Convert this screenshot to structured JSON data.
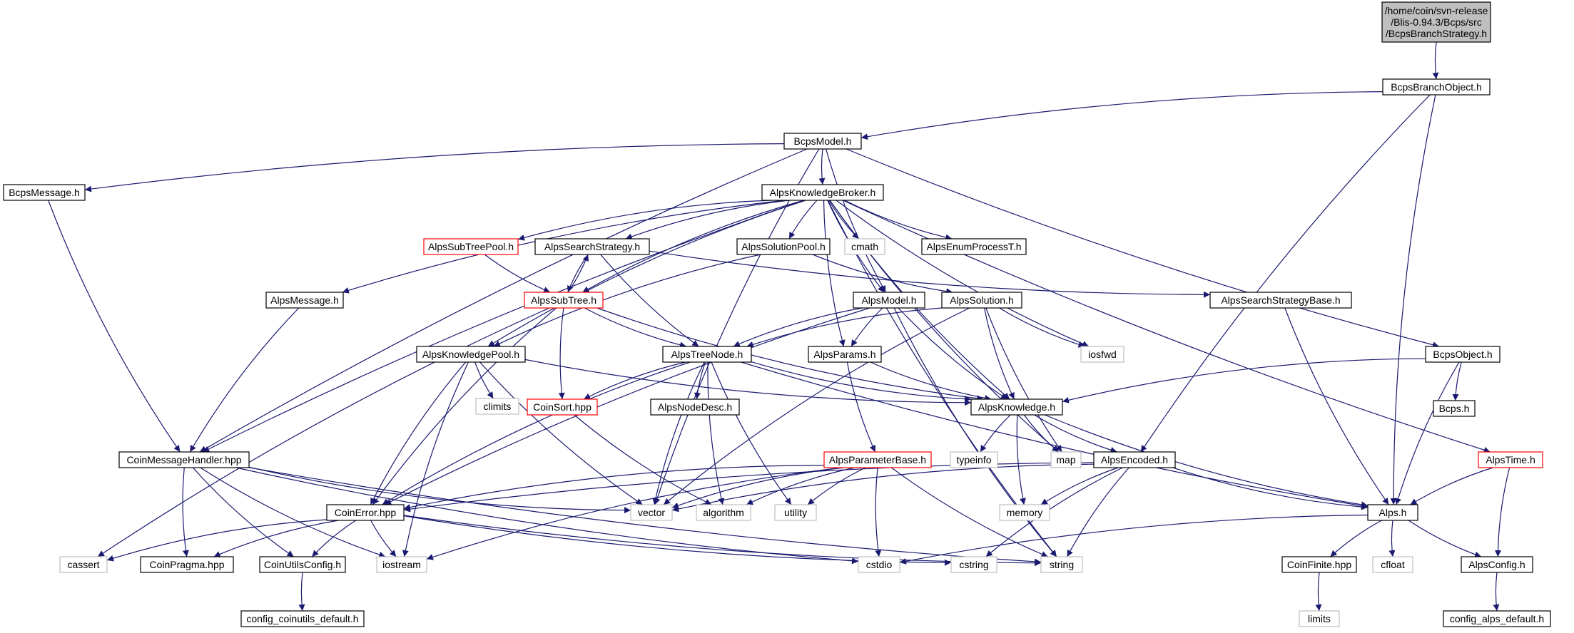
{
  "graph": {
    "colors": {
      "edge": "#191970",
      "root_fill": "#bfbfbf",
      "root_border": "#000000",
      "node_border": "#000000",
      "external_border": "#bfbfbf",
      "truncated_border": "#ff0000",
      "background": "#ffffff"
    },
    "nodes": [
      {
        "id": "root",
        "label": "/home/coin/svn-release\n/Blis-0.94.3/Bcps/src\n/BcpsBranchStrategy.h",
        "kind": "root"
      },
      {
        "id": "BcpsBranchObject",
        "label": "BcpsBranchObject.h",
        "kind": "normal"
      },
      {
        "id": "BcpsModel",
        "label": "BcpsModel.h",
        "kind": "normal"
      },
      {
        "id": "BcpsMessage",
        "label": "BcpsMessage.h",
        "kind": "normal"
      },
      {
        "id": "AlpsKnowledgeBroker",
        "label": "AlpsKnowledgeBroker.h",
        "kind": "normal"
      },
      {
        "id": "AlpsSubTreePool",
        "label": "AlpsSubTreePool.h",
        "kind": "truncated"
      },
      {
        "id": "AlpsSearchStrategy",
        "label": "AlpsSearchStrategy.h",
        "kind": "normal"
      },
      {
        "id": "AlpsSolutionPool",
        "label": "AlpsSolutionPool.h",
        "kind": "normal"
      },
      {
        "id": "cmath",
        "label": "cmath",
        "kind": "external"
      },
      {
        "id": "AlpsEnumProcessT",
        "label": "AlpsEnumProcessT.h",
        "kind": "normal"
      },
      {
        "id": "AlpsMessage",
        "label": "AlpsMessage.h",
        "kind": "normal"
      },
      {
        "id": "AlpsSubTree",
        "label": "AlpsSubTree.h",
        "kind": "truncated"
      },
      {
        "id": "AlpsModel",
        "label": "AlpsModel.h",
        "kind": "normal"
      },
      {
        "id": "AlpsSolution",
        "label": "AlpsSolution.h",
        "kind": "normal"
      },
      {
        "id": "AlpsSearchStrategyBase",
        "label": "AlpsSearchStrategyBase.h",
        "kind": "normal"
      },
      {
        "id": "AlpsKnowledgePool",
        "label": "AlpsKnowledgePool.h",
        "kind": "normal"
      },
      {
        "id": "AlpsTreeNode",
        "label": "AlpsTreeNode.h",
        "kind": "normal"
      },
      {
        "id": "AlpsParams",
        "label": "AlpsParams.h",
        "kind": "normal"
      },
      {
        "id": "iosfwd",
        "label": "iosfwd",
        "kind": "external"
      },
      {
        "id": "BcpsObject",
        "label": "BcpsObject.h",
        "kind": "normal"
      },
      {
        "id": "climits",
        "label": "climits",
        "kind": "external"
      },
      {
        "id": "CoinSort",
        "label": "CoinSort.hpp",
        "kind": "truncated"
      },
      {
        "id": "AlpsNodeDesc",
        "label": "AlpsNodeDesc.h",
        "kind": "normal"
      },
      {
        "id": "AlpsKnowledge",
        "label": "AlpsKnowledge.h",
        "kind": "normal"
      },
      {
        "id": "Bcps",
        "label": "Bcps.h",
        "kind": "normal"
      },
      {
        "id": "CoinMessageHandler",
        "label": "CoinMessageHandler.hpp",
        "kind": "normal"
      },
      {
        "id": "AlpsParameterBase",
        "label": "AlpsParameterBase.h",
        "kind": "truncated"
      },
      {
        "id": "typeinfo",
        "label": "typeinfo",
        "kind": "external"
      },
      {
        "id": "map",
        "label": "map",
        "kind": "external"
      },
      {
        "id": "AlpsEncoded",
        "label": "AlpsEncoded.h",
        "kind": "normal"
      },
      {
        "id": "AlpsTime",
        "label": "AlpsTime.h",
        "kind": "truncated"
      },
      {
        "id": "CoinError",
        "label": "CoinError.hpp",
        "kind": "normal"
      },
      {
        "id": "vector",
        "label": "vector",
        "kind": "external"
      },
      {
        "id": "algorithm",
        "label": "algorithm",
        "kind": "external"
      },
      {
        "id": "utility",
        "label": "utility",
        "kind": "external"
      },
      {
        "id": "memory",
        "label": "memory",
        "kind": "external"
      },
      {
        "id": "Alps",
        "label": "Alps.h",
        "kind": "normal"
      },
      {
        "id": "cassert",
        "label": "cassert",
        "kind": "external"
      },
      {
        "id": "CoinPragma",
        "label": "CoinPragma.hpp",
        "kind": "normal"
      },
      {
        "id": "CoinUtilsConfig",
        "label": "CoinUtilsConfig.h",
        "kind": "normal"
      },
      {
        "id": "iostream",
        "label": "iostream",
        "kind": "external"
      },
      {
        "id": "cstdio",
        "label": "cstdio",
        "kind": "external"
      },
      {
        "id": "cstring",
        "label": "cstring",
        "kind": "external"
      },
      {
        "id": "string",
        "label": "string",
        "kind": "external"
      },
      {
        "id": "CoinFinite",
        "label": "CoinFinite.hpp",
        "kind": "normal"
      },
      {
        "id": "cfloat",
        "label": "cfloat",
        "kind": "external"
      },
      {
        "id": "AlpsConfig",
        "label": "AlpsConfig.h",
        "kind": "normal"
      },
      {
        "id": "config_coinutils_default",
        "label": "config_coinutils_default.h",
        "kind": "normal"
      },
      {
        "id": "limits",
        "label": "limits",
        "kind": "external"
      },
      {
        "id": "config_alps_default",
        "label": "config_alps_default.h",
        "kind": "normal"
      }
    ],
    "edges": [
      [
        "root",
        "BcpsBranchObject"
      ],
      [
        "BcpsBranchObject",
        "BcpsModel"
      ],
      [
        "BcpsBranchObject",
        "AlpsEncoded"
      ],
      [
        "BcpsBranchObject",
        "Alps"
      ],
      [
        "BcpsModel",
        "BcpsMessage"
      ],
      [
        "BcpsModel",
        "AlpsKnowledgeBroker"
      ],
      [
        "BcpsModel",
        "CoinMessageHandler"
      ],
      [
        "BcpsModel",
        "vector"
      ],
      [
        "BcpsModel",
        "AlpsModel"
      ],
      [
        "BcpsModel",
        "BcpsObject"
      ],
      [
        "BcpsMessage",
        "CoinMessageHandler"
      ],
      [
        "AlpsKnowledgeBroker",
        "AlpsSubTreePool"
      ],
      [
        "AlpsKnowledgeBroker",
        "AlpsSearchStrategy"
      ],
      [
        "AlpsKnowledgeBroker",
        "AlpsSolutionPool"
      ],
      [
        "AlpsKnowledgeBroker",
        "cmath"
      ],
      [
        "AlpsKnowledgeBroker",
        "AlpsEnumProcessT"
      ],
      [
        "AlpsKnowledgeBroker",
        "AlpsMessage"
      ],
      [
        "AlpsKnowledgeBroker",
        "AlpsSubTree"
      ],
      [
        "AlpsKnowledgeBroker",
        "AlpsModel"
      ],
      [
        "AlpsKnowledgeBroker",
        "AlpsKnowledgePool"
      ],
      [
        "AlpsKnowledgeBroker",
        "AlpsParams"
      ],
      [
        "AlpsKnowledgeBroker",
        "iosfwd"
      ],
      [
        "AlpsKnowledgeBroker",
        "AlpsKnowledge"
      ],
      [
        "AlpsKnowledgeBroker",
        "CoinMessageHandler"
      ],
      [
        "AlpsKnowledgeBroker",
        "map"
      ],
      [
        "AlpsKnowledgeBroker",
        "string"
      ],
      [
        "AlpsKnowledgeBroker",
        "AlpsTime"
      ],
      [
        "AlpsSubTreePool",
        "AlpsSubTree"
      ],
      [
        "AlpsSearchStrategy",
        "AlpsSubTree"
      ],
      [
        "AlpsSearchStrategy",
        "AlpsSearchStrategyBase"
      ],
      [
        "AlpsSearchStrategy",
        "AlpsTreeNode"
      ],
      [
        "AlpsSolutionPool",
        "AlpsKnowledgePool"
      ],
      [
        "AlpsSolutionPool",
        "AlpsSolution"
      ],
      [
        "AlpsMessage",
        "CoinMessageHandler"
      ],
      [
        "AlpsSubTree",
        "AlpsSearchStrategy"
      ],
      [
        "AlpsSubTree",
        "AlpsTreeNode"
      ],
      [
        "AlpsSubTree",
        "CoinSort"
      ],
      [
        "AlpsSubTree",
        "AlpsKnowledge"
      ],
      [
        "AlpsSubTree",
        "CoinError"
      ],
      [
        "AlpsSubTree",
        "cassert"
      ],
      [
        "AlpsModel",
        "AlpsTreeNode"
      ],
      [
        "AlpsModel",
        "AlpsParams"
      ],
      [
        "AlpsModel",
        "AlpsKnowledge"
      ],
      [
        "AlpsModel",
        "CoinError"
      ],
      [
        "AlpsModel",
        "string"
      ],
      [
        "AlpsSolution",
        "AlpsTreeNode"
      ],
      [
        "AlpsSolution",
        "AlpsKnowledge"
      ],
      [
        "AlpsSolution",
        "iosfwd"
      ],
      [
        "AlpsSolution",
        "map"
      ],
      [
        "AlpsSolution",
        "vector"
      ],
      [
        "AlpsSearchStrategyBase",
        "Alps"
      ],
      [
        "AlpsKnowledgePool",
        "climits"
      ],
      [
        "AlpsKnowledgePool",
        "AlpsKnowledge"
      ],
      [
        "AlpsKnowledgePool",
        "CoinError"
      ],
      [
        "AlpsKnowledgePool",
        "vector"
      ],
      [
        "AlpsKnowledgePool",
        "iostream"
      ],
      [
        "AlpsTreeNode",
        "CoinSort"
      ],
      [
        "AlpsTreeNode",
        "AlpsNodeDesc"
      ],
      [
        "AlpsTreeNode",
        "AlpsKnowledge"
      ],
      [
        "AlpsTreeNode",
        "CoinError"
      ],
      [
        "AlpsTreeNode",
        "vector"
      ],
      [
        "AlpsTreeNode",
        "algorithm"
      ],
      [
        "AlpsTreeNode",
        "utility"
      ],
      [
        "AlpsTreeNode",
        "Alps"
      ],
      [
        "AlpsParams",
        "AlpsParameterBase"
      ],
      [
        "AlpsParams",
        "AlpsKnowledge"
      ],
      [
        "BcpsObject",
        "AlpsKnowledge"
      ],
      [
        "BcpsObject",
        "Bcps"
      ],
      [
        "BcpsObject",
        "Alps"
      ],
      [
        "CoinSort",
        "algorithm"
      ],
      [
        "AlpsKnowledge",
        "typeinfo"
      ],
      [
        "AlpsKnowledge",
        "map"
      ],
      [
        "AlpsKnowledge",
        "memory"
      ],
      [
        "AlpsKnowledge",
        "AlpsEncoded"
      ],
      [
        "AlpsKnowledge",
        "Alps"
      ],
      [
        "CoinMessageHandler",
        "CoinPragma"
      ],
      [
        "CoinMessageHandler",
        "CoinUtilsConfig"
      ],
      [
        "CoinMessageHandler",
        "iostream"
      ],
      [
        "CoinMessageHandler",
        "cstdio"
      ],
      [
        "CoinMessageHandler",
        "string"
      ],
      [
        "CoinMessageHandler",
        "vector"
      ],
      [
        "AlpsParameterBase",
        "CoinError"
      ],
      [
        "AlpsParameterBase",
        "vector"
      ],
      [
        "AlpsParameterBase",
        "algorithm"
      ],
      [
        "AlpsParameterBase",
        "utility"
      ],
      [
        "AlpsParameterBase",
        "cstdio"
      ],
      [
        "AlpsParameterBase",
        "string"
      ],
      [
        "AlpsParameterBase",
        "iostream"
      ],
      [
        "AlpsEncoded",
        "CoinError"
      ],
      [
        "AlpsEncoded",
        "vector"
      ],
      [
        "AlpsEncoded",
        "memory"
      ],
      [
        "AlpsEncoded",
        "cstring"
      ],
      [
        "AlpsEncoded",
        "string"
      ],
      [
        "AlpsEncoded",
        "Alps"
      ],
      [
        "AlpsTime",
        "Alps"
      ],
      [
        "AlpsTime",
        "AlpsConfig"
      ],
      [
        "CoinError",
        "cassert"
      ],
      [
        "CoinError",
        "CoinPragma"
      ],
      [
        "CoinError",
        "CoinUtilsConfig"
      ],
      [
        "CoinError",
        "iostream"
      ],
      [
        "CoinError",
        "cstring"
      ],
      [
        "CoinError",
        "string"
      ],
      [
        "Alps",
        "cstdio"
      ],
      [
        "Alps",
        "CoinFinite"
      ],
      [
        "Alps",
        "cfloat"
      ],
      [
        "Alps",
        "AlpsConfig"
      ],
      [
        "CoinUtilsConfig",
        "config_coinutils_default"
      ],
      [
        "CoinFinite",
        "limits"
      ],
      [
        "AlpsConfig",
        "config_alps_default"
      ]
    ]
  }
}
